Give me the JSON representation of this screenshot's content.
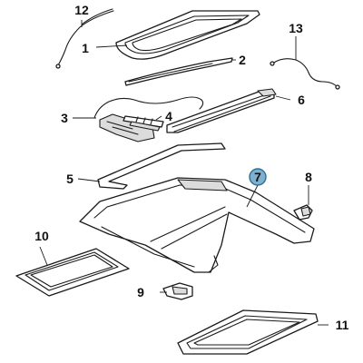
{
  "callouts": [
    {
      "id": "1",
      "label": "1"
    },
    {
      "id": "2",
      "label": "2"
    },
    {
      "id": "3",
      "label": "3"
    },
    {
      "id": "4",
      "label": "4"
    },
    {
      "id": "5",
      "label": "5"
    },
    {
      "id": "6",
      "label": "6"
    },
    {
      "id": "7",
      "label": "7",
      "highlighted": true
    },
    {
      "id": "8",
      "label": "8"
    },
    {
      "id": "9",
      "label": "9"
    },
    {
      "id": "10",
      "label": "10"
    },
    {
      "id": "11",
      "label": "11"
    },
    {
      "id": "12",
      "label": "12"
    },
    {
      "id": "13",
      "label": "13"
    }
  ],
  "colors": {
    "line": "#1a1a1a",
    "highlight_fill": "#7fb1cf",
    "highlight_stroke": "#2f6f95",
    "part_shade": "#dcdcdc"
  }
}
